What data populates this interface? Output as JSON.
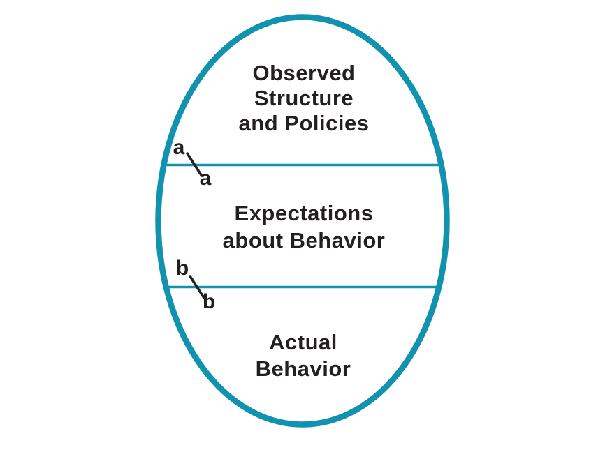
{
  "diagram": {
    "sections": {
      "top": "Observed\nStructure\nand Policies",
      "middle": "Expectations\nabout Behavior",
      "bottom": "Actual\nBehavior"
    },
    "markers": {
      "a_above": "a",
      "a_below": "a",
      "b_above": "b",
      "b_below": "b"
    },
    "colors": {
      "outline": "#1193AF",
      "divider": "#1193AF",
      "ink": "#231F20",
      "background": "#FFFFFF"
    }
  }
}
